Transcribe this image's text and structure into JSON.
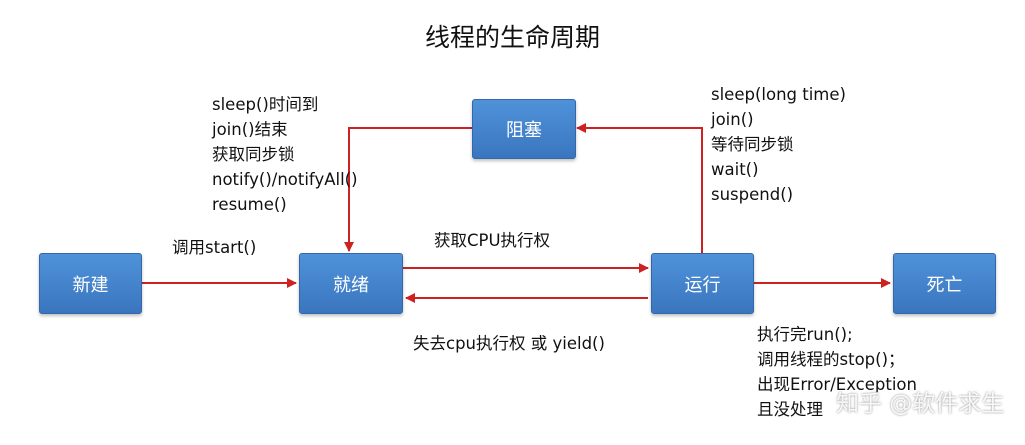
{
  "title": "线程的生命周期",
  "nodes": {
    "new": "新建",
    "ready": "就绪",
    "running": "运行",
    "blocked": "阻塞",
    "dead": "死亡"
  },
  "labels": {
    "start": "调用start()",
    "get_cpu": "获取CPU执行权",
    "lose_cpu": "失去cpu执行权 或 yield()",
    "blocked_to_ready": [
      "sleep()时间到",
      "join()结束",
      "获取同步锁",
      "notify()/notifyAll()",
      "resume()"
    ],
    "running_to_blocked": [
      "sleep(long time)",
      "join()",
      "等待同步锁",
      "wait()",
      "suspend()"
    ],
    "running_to_dead": [
      "执行完run();",
      "调用线程的stop()；",
      "出现Error/Exception",
      "且没处理"
    ]
  },
  "watermark": "知乎 @软件求生",
  "colors": {
    "node": "#3e7ec8",
    "arrow": "#cc2222"
  }
}
